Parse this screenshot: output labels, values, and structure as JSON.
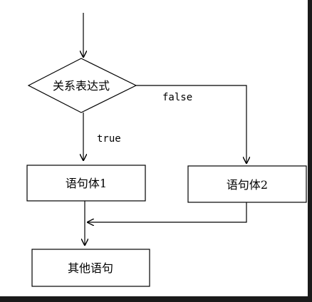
{
  "diagram": {
    "condition": "关系表达式",
    "true_label": "true",
    "false_label": "false",
    "body1": "语句体1",
    "body2": "语句体2",
    "next": "其他语句"
  },
  "colors": {
    "background": "#ffffff",
    "stroke": "#000000",
    "frame": "#1a1a1a"
  }
}
